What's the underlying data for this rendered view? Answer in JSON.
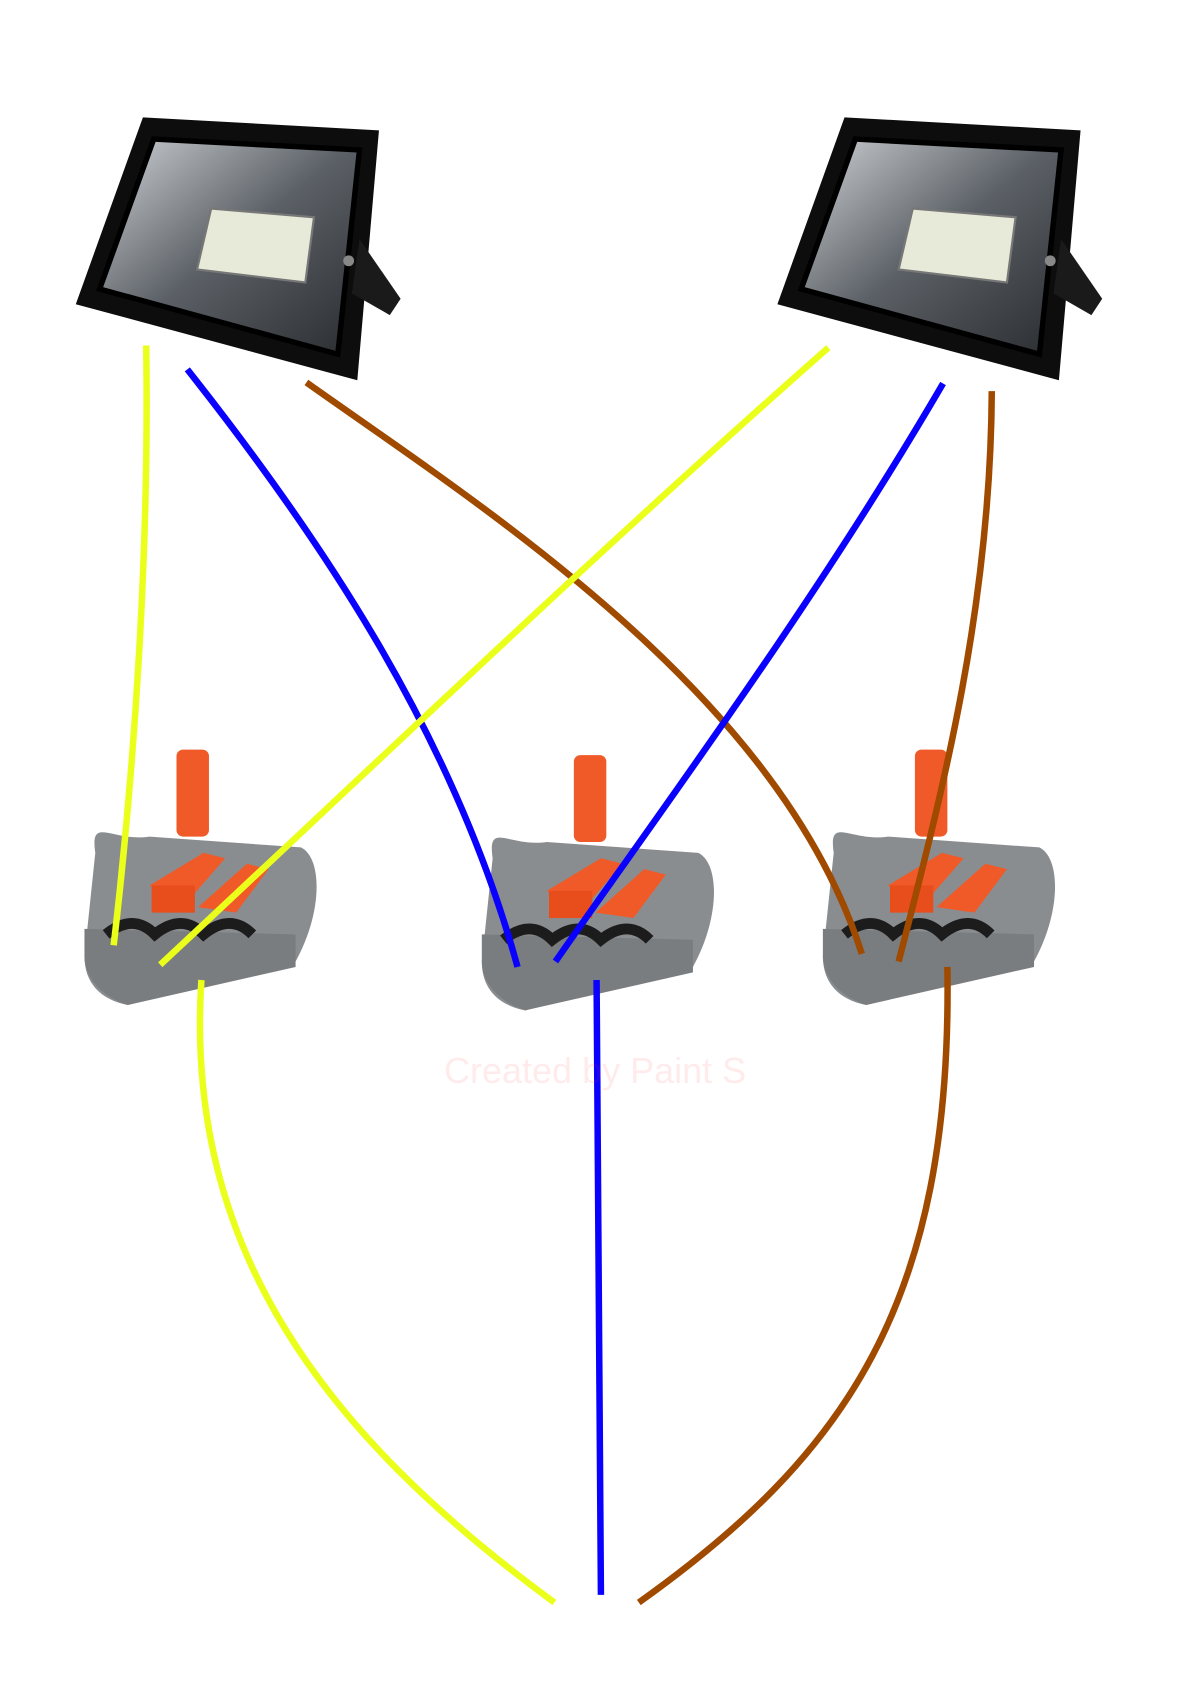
{
  "watermark": "Created by Paint S",
  "colors": {
    "live": "#eaff1a",
    "neutral": "#0a00ff",
    "earth": "#a04a00",
    "lever": "#f05a28",
    "connector": "#8a8d90"
  },
  "components": {
    "floodlights": 2,
    "connectors": 3
  }
}
